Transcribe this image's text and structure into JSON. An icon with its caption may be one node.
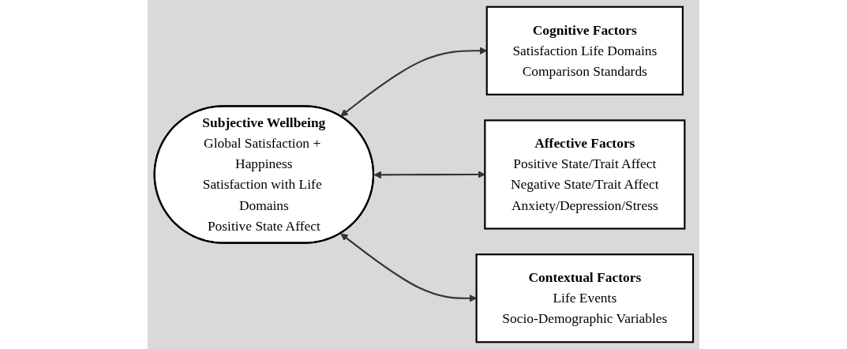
{
  "diagram": {
    "nodes": [
      {
        "text": [
          "Subjective Wellbeing",
          "Global Satisfaction + Happiness",
          "Satisfaction with Life Domains",
          "Positive State Affect"
        ]
      },
      {
        "text": [
          "Cognitive Factors",
          "Satisfaction Life Domains",
          "Comparison Standards"
        ]
      },
      {
        "text": [
          "Affective Factors",
          "Positive State/Trait Affect",
          "Negative State/Trait Affect",
          "Anxiety/Depression/Stress"
        ]
      },
      {
        "text": [
          "Contextual Factors",
          "Life Events",
          "Socio-Demographic Variables"
        ]
      }
    ],
    "edges": [
      {
        "from": 0,
        "to": 1,
        "arrow": "both"
      },
      {
        "from": 0,
        "to": 2,
        "arrow": "both"
      },
      {
        "from": 0,
        "to": 3,
        "arrow": "both"
      }
    ]
  }
}
